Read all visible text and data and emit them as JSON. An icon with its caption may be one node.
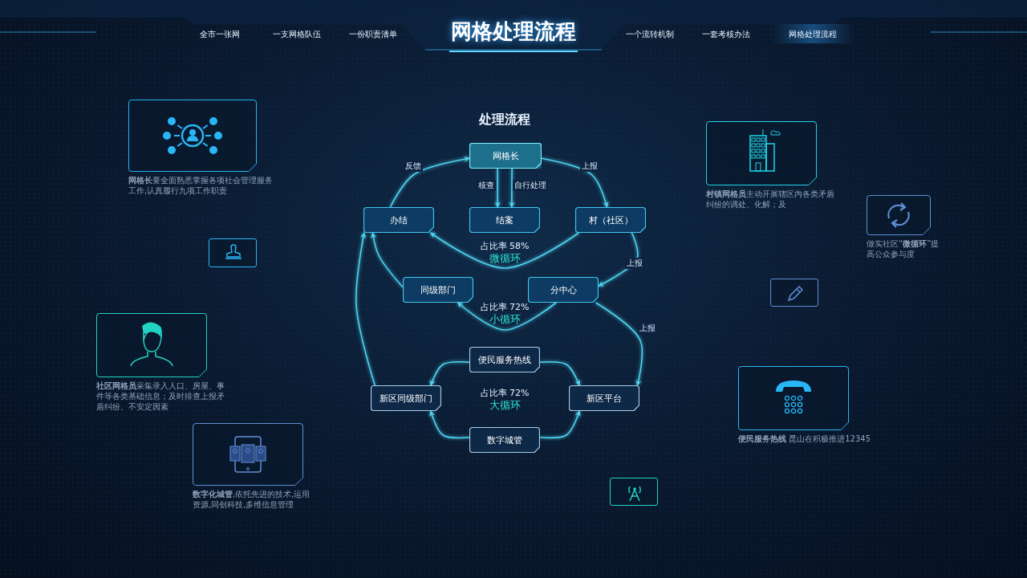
{
  "diagram": {
    "title": "网格处理流程",
    "nodes": [
      {
        "text": [
          "网格长"
        ]
      },
      {
        "text": [
          "办结"
        ]
      },
      {
        "text": [
          "结案"
        ]
      },
      {
        "text": [
          "村（社区）"
        ]
      },
      {
        "text": [
          "同级部门"
        ]
      },
      {
        "text": [
          "分中心"
        ]
      },
      {
        "text": [
          "便民服务热线"
        ]
      },
      {
        "text": [
          "新区同级部门"
        ]
      },
      {
        "text": [
          "新区平台"
        ]
      },
      {
        "text": [
          "数字城管"
        ]
      },
      {
        "text": [
          "**网格长**要全面熟悉掌握各项社会管理服务工作,认真履行九项工作职责"
        ]
      },
      {
        "text": [
          "**村镇网格员**主动开展辖区内各类矛盾纠纷的调处、化解；及"
        ]
      },
      {
        "text": [
          "做实社区“**微循环**”提高公众参与度"
        ]
      },
      {
        "text": [
          "**社区网格员**采集录入人口、房屋、事件等各类基础信息；及时排查上报矛盾纠纷、不安定因素"
        ]
      },
      {
        "text": [
          "**数字化城管**,依托先进的技术,运用资源,同创科技,多维信息管理"
        ]
      },
      {
        "text": [
          "**便民服务热线** 昆山在积极推进12345"
        ]
      },
      {
        "text": [],
        "shape": "box"
      },
      {
        "text": [],
        "shape": "box"
      },
      {
        "text": [],
        "shape": "box"
      }
    ],
    "edges": [
      {
        "from": 1,
        "to": 0,
        "arrow": "to",
        "label": "反馈"
      },
      {
        "from": 0,
        "to": 3,
        "arrow": "to",
        "label": "上报"
      },
      {
        "from": 0,
        "to": 2,
        "arrow": "to",
        "label": "核查"
      },
      {
        "from": 0,
        "to": 2,
        "arrow": "to",
        "label": "自行处理"
      },
      {
        "from": 3,
        "to": 1,
        "arrow": "to"
      },
      {
        "from": 3,
        "to": 5,
        "arrow": "to",
        "label": "上报"
      },
      {
        "from": 5,
        "to": 4,
        "arrow": "to"
      },
      {
        "from": 4,
        "to": 1,
        "arrow": "to"
      },
      {
        "from": 5,
        "to": 8,
        "arrow": "to",
        "label": "上报"
      },
      {
        "from": 7,
        "to": 1,
        "arrow": "to"
      },
      {
        "from": 6,
        "to": 7,
        "arrow": "to"
      },
      {
        "from": 6,
        "to": 8,
        "arrow": "to"
      },
      {
        "from": 9,
        "to": 7,
        "arrow": "to"
      },
      {
        "from": 9,
        "to": 8,
        "arrow": "to"
      }
    ],
    "labels": [
      "全市一张网",
      "一支网格队伍",
      "一份职责清单",
      "一个流转机制",
      "一套考核办法",
      "网格处理流程",
      "处理流程",
      "占比率 58%",
      "微循环",
      "占比率 72%",
      "小循环",
      "占比率 72%",
      "大循环"
    ]
  }
}
